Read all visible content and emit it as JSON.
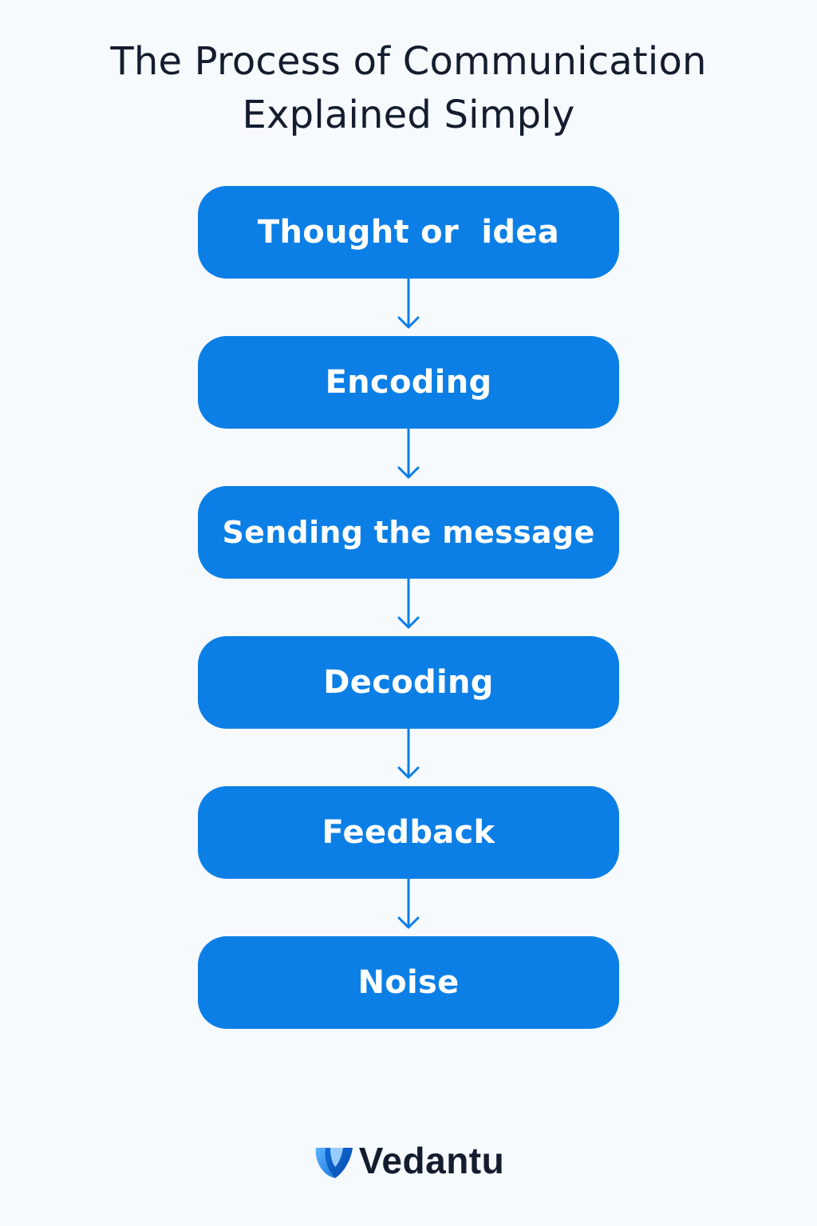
{
  "title": {
    "line1": "The Process of Communication",
    "line2": "Explained Simply"
  },
  "steps": [
    {
      "label": "Thought or  idea"
    },
    {
      "label": "Encoding"
    },
    {
      "label": "Sending the message"
    },
    {
      "label": "Decoding"
    },
    {
      "label": "Feedback"
    },
    {
      "label": "Noise"
    }
  ],
  "brand": {
    "name": "Vedantu",
    "icon": "vedantu-logo-icon"
  },
  "colors": {
    "step_fill": "#0c7fe6",
    "arrow": "#0c7fe6",
    "title_text": "#141c2e",
    "background": "#f6fafd"
  }
}
